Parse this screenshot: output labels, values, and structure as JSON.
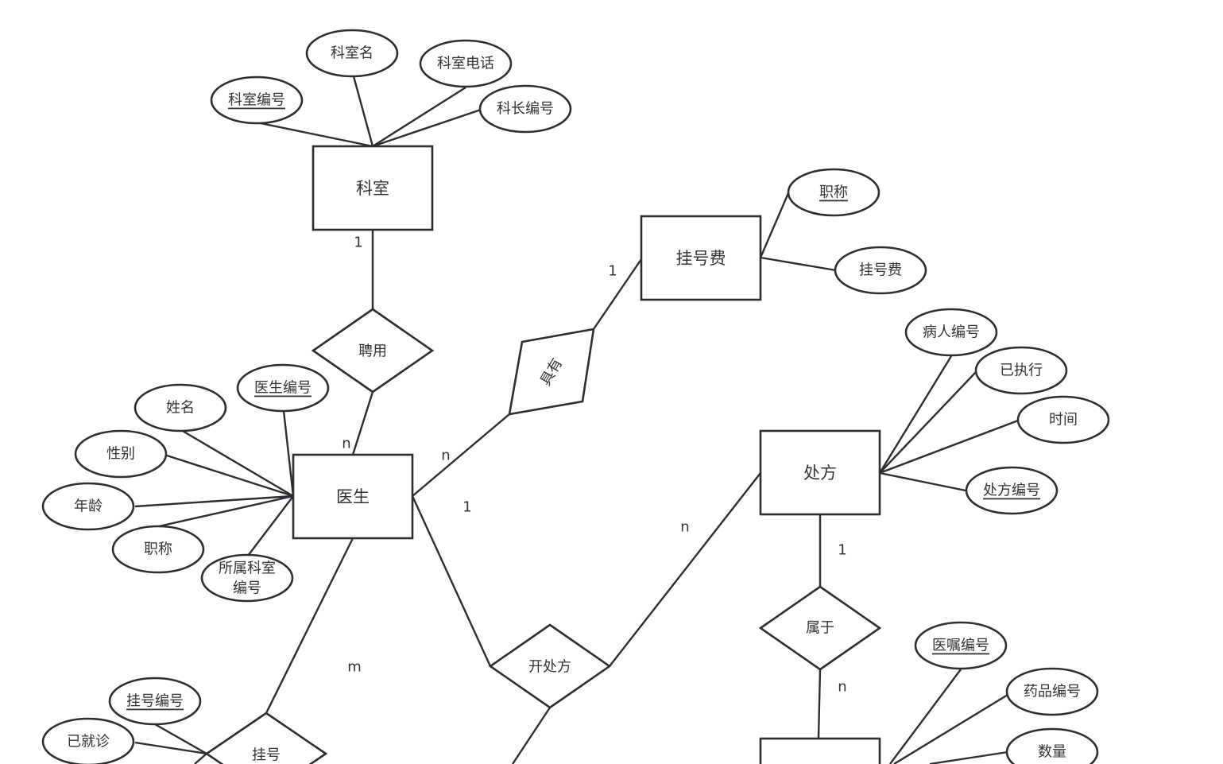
{
  "entities": {
    "dept": "科室",
    "fee": "挂号费",
    "doctor": "医生",
    "prescription": "处方"
  },
  "relations": {
    "hire": "聘用",
    "has": "具有",
    "prescribe": "开处方",
    "belong": "属于",
    "register": "挂号"
  },
  "attributes": {
    "dept_name": "科室名",
    "dept_phone": "科室电话",
    "dept_id": "科室编号",
    "chief_id": "科长编号",
    "fee_title": "职称",
    "fee_amount": "挂号费",
    "patient_id": "病人编号",
    "executed": "已执行",
    "time": "时间",
    "presc_id": "处方编号",
    "doctor_id": "医生编号",
    "name": "姓名",
    "gender": "性别",
    "age": "年龄",
    "title": "职称",
    "dept_of_line1": "所属科室",
    "dept_of_line2": "编号",
    "reg_id": "挂号编号",
    "visited": "已就诊",
    "order_id": "医嘱编号",
    "drug_id": "药品编号",
    "quantity": "数量"
  },
  "cardinalities": {
    "c1": "1",
    "c2": "n",
    "c3": "1",
    "c4": "n",
    "c5": "1",
    "c6": "n",
    "c7": "1",
    "c8": "n",
    "c9": "m"
  }
}
